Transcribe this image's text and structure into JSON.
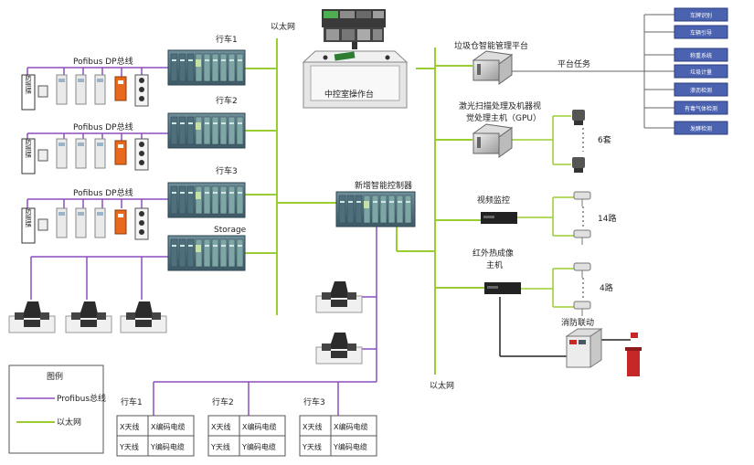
{
  "cranes": [
    {
      "name": "行车1",
      "bus": "Pofibus DP总线",
      "panel": "防摇摆"
    },
    {
      "name": "行车2",
      "bus": "Pofibus DP总线",
      "panel": "防摇摆"
    },
    {
      "name": "行车3",
      "bus": "Pofibus DP总线",
      "panel": "防摇摆"
    }
  ],
  "storage_label": "Storage",
  "ethernet_top": "以太网",
  "ethernet_bottom": "以太网",
  "console_label": "中控室操作台",
  "controller_label": "新增智能控制器",
  "platform": {
    "title": "垃圾仓智能管理平台",
    "task_label": "平台任务",
    "tasks": [
      "车牌识别",
      "车辆引导",
      "称重系统",
      "垃圾计量",
      "渗沥检测",
      "有毒气体检测",
      "发酵检测"
    ]
  },
  "laser": {
    "title_line1": "激光扫描处理及机器视",
    "title_line2": "觉处理主机（GPU）",
    "count": "6套"
  },
  "video": {
    "title": "视频监控",
    "count": "14路"
  },
  "infrared": {
    "title_line1": "红外热成像",
    "title_line2": "主机",
    "count": "4路"
  },
  "fire": {
    "title": "消防联动"
  },
  "legend": {
    "title": "图例",
    "profibus": "Profibus总线",
    "ethernet": "以太网"
  },
  "bottom_cranes": [
    {
      "name": "行车1",
      "cells": [
        "X天线",
        "X编码电缆",
        "Y天线",
        "Y编码电缆"
      ]
    },
    {
      "name": "行车2",
      "cells": [
        "X天线",
        "X编码电缆",
        "Y天线",
        "Y编码电缆"
      ]
    },
    {
      "name": "行车3",
      "cells": [
        "X天线",
        "X编码电缆",
        "Y天线",
        "Y编码电缆"
      ]
    }
  ],
  "colors": {
    "ethernet": "#9acd32",
    "profibus": "#8a4fbf",
    "plc": "#5b7f8c",
    "task_box": "#4a62b0"
  }
}
